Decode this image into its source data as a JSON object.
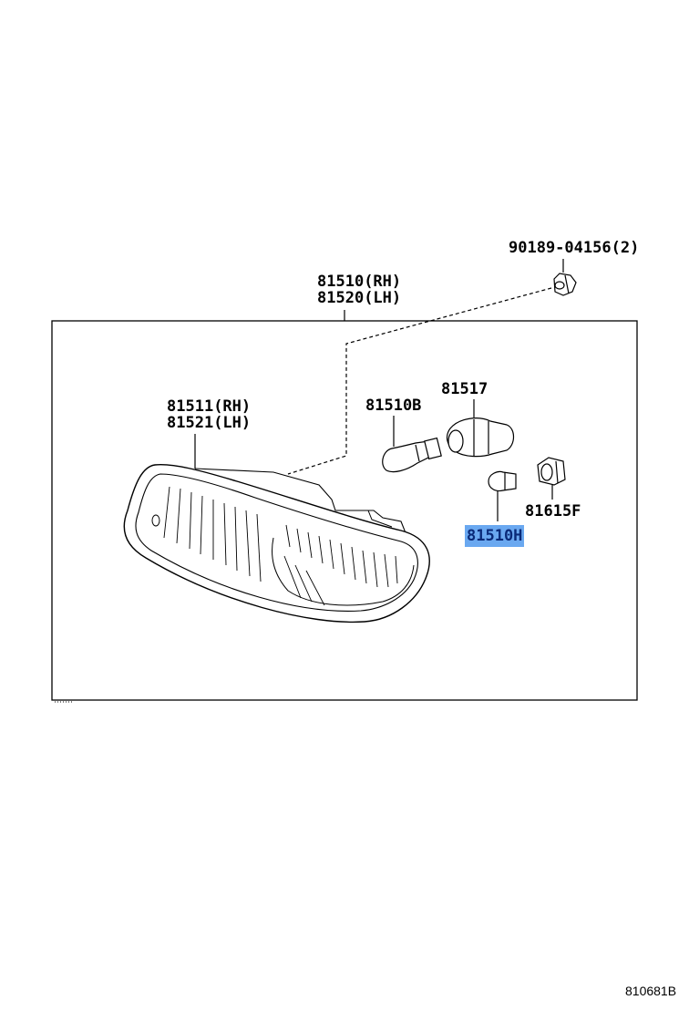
{
  "diagram": {
    "reference_code": "810681B",
    "parts": {
      "fastener": {
        "number": "90189-04156",
        "qty": "(2)"
      },
      "assembly_rh": {
        "number": "81510",
        "side": "(RH)"
      },
      "assembly_lh": {
        "number": "81520",
        "side": "(LH)"
      },
      "lens_rh": {
        "number": "81511",
        "side": "(RH)"
      },
      "lens_lh": {
        "number": "81521",
        "side": "(LH)"
      },
      "bulb_main": {
        "number": "81510B"
      },
      "socket_main": {
        "number": "81517"
      },
      "bulb_small": {
        "number": "81510H",
        "highlighted": true
      },
      "socket_small": {
        "number": "81615F"
      }
    },
    "colors": {
      "line": "#000000",
      "highlight": "#6aa8f0",
      "highlight_text": "#0a2a78"
    }
  }
}
